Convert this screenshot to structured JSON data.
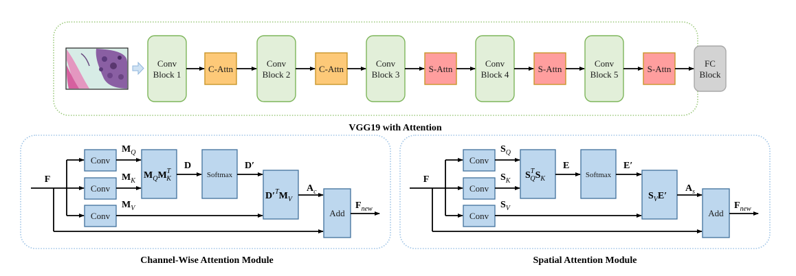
{
  "top_panel": {
    "title": "VGG19 with Attention",
    "input_image": "histopathology-image",
    "blocks": [
      {
        "id": "conv1",
        "line1": "Conv",
        "line2": "Block 1",
        "type": "conv"
      },
      {
        "id": "cattn1",
        "line1": "C-Attn",
        "type": "channel-attn"
      },
      {
        "id": "conv2",
        "line1": "Conv",
        "line2": "Block 2",
        "type": "conv"
      },
      {
        "id": "cattn2",
        "line1": "C-Attn",
        "type": "channel-attn"
      },
      {
        "id": "conv3",
        "line1": "Conv",
        "line2": "Block 3",
        "type": "conv"
      },
      {
        "id": "sattn1",
        "line1": "S-Attn",
        "type": "spatial-attn"
      },
      {
        "id": "conv4",
        "line1": "Conv",
        "line2": "Block 4",
        "type": "conv"
      },
      {
        "id": "sattn2",
        "line1": "S-Attn",
        "type": "spatial-attn"
      },
      {
        "id": "conv5",
        "line1": "Conv",
        "line2": "Block 5",
        "type": "conv"
      },
      {
        "id": "sattn3",
        "line1": "S-Attn",
        "type": "spatial-attn"
      },
      {
        "id": "fc",
        "line1": "FC",
        "line2": "Block",
        "type": "fc"
      }
    ]
  },
  "channel_module": {
    "caption": "Channel-Wise Attention Module",
    "input": "F",
    "conv_label": "Conv",
    "q_label": {
      "base": "M",
      "sub": "Q"
    },
    "k_label": {
      "base": "M",
      "sub": "K"
    },
    "v_label": {
      "base": "M",
      "sub": "V"
    },
    "product": {
      "a": "M",
      "a_sub": "Q",
      "b": "M",
      "b_sup": "T",
      "b_sub": "K"
    },
    "product_out": "D",
    "softmax": "Softmax",
    "softmax_out": "D′",
    "value_product": {
      "a": "D′",
      "a_sup": "T",
      "b": "M",
      "b_sub": "V"
    },
    "attn_out": {
      "base": "A",
      "sub": "c"
    },
    "add": "Add",
    "output": {
      "base": "F",
      "sub": "new"
    }
  },
  "spatial_module": {
    "caption": "Spatial Attention Module",
    "input": "F",
    "conv_label": "Conv",
    "q_label": {
      "base": "S",
      "sub": "Q"
    },
    "k_label": {
      "base": "S",
      "sub": "K"
    },
    "v_label": {
      "base": "S",
      "sub": "V"
    },
    "product": {
      "a": "S",
      "a_sup": "T",
      "a_sub": "Q",
      "b": "S",
      "b_sub": "K"
    },
    "product_out": "E",
    "softmax": "Softmax",
    "softmax_out": "E′",
    "value_product": {
      "a": "S",
      "a_sub": "V",
      "b": "E′"
    },
    "attn_out": {
      "base": "A",
      "sub": "s"
    },
    "add": "Add",
    "output": {
      "base": "F",
      "sub": "new"
    }
  },
  "colors": {
    "conv_fill": "#e2efd9",
    "conv_stroke": "#7db55a",
    "cattn_fill": "#fdc978",
    "cattn_stroke": "#c9962a",
    "sattn_fill": "#ff9e9e",
    "sattn_stroke": "#c9962a",
    "fc_fill": "#d3d3d3",
    "fc_stroke": "#a8a8a8",
    "module_fill": "#bdd7ee",
    "module_stroke": "#41719c",
    "top_border": "#9cc97c",
    "bottom_border": "#9dc3e6",
    "input_arrow": "#9dc3e6"
  }
}
